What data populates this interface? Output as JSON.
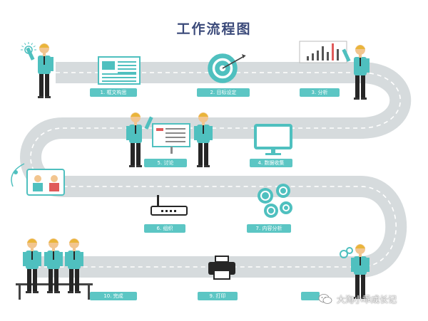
{
  "title": "工作流程图",
  "colors": {
    "road": "#d6dbdd",
    "dash": "#ffffff",
    "teal": "#4fc0bf",
    "label_bg": "#5cc6c4",
    "dark": "#262626",
    "skin": "#f2c58f",
    "hair": "#e9b53a",
    "shoe": "#333333",
    "red": "#e05a5a"
  },
  "steps": [
    {
      "label": "1. 框文构思",
      "icon": "document-layout-icon"
    },
    {
      "label": "2. 目标设定",
      "icon": "target-icon"
    },
    {
      "label": "3. 分析",
      "icon": "bar-chart-board-icon"
    },
    {
      "label": "4. 数据收集",
      "icon": "monitor-icon"
    },
    {
      "label": "5. 讨论",
      "icon": "presentation-board-icon"
    },
    {
      "label": "6. 组织",
      "icon": "router-icon"
    },
    {
      "label": "7. 内容分析",
      "icon": "gears-icon"
    },
    {
      "label": "",
      "icon": ""
    },
    {
      "label": "9. 打印",
      "icon": "printer-icon"
    },
    {
      "label": "10. 完成",
      "icon": "team-at-table-icon"
    }
  ],
  "watermark": "大淘小乖成长记"
}
